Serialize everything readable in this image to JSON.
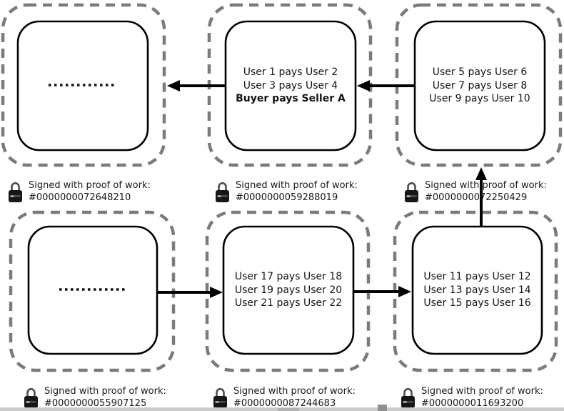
{
  "diagram": {
    "type": "blockchain-ledger-diagram",
    "colors": {
      "dashed_border": "#7b7b7b",
      "solid_border": "#000000",
      "arrow": "#000000",
      "text": "#141414",
      "background": "#ffffff",
      "bottom_bar": "#cbcbcb"
    },
    "blocks": [
      {
        "id": "chain-continues-top",
        "content": "ellipsis-dots",
        "lines": []
      },
      {
        "id": "block-top-middle",
        "lines": [
          "User 1 pays User 2",
          "User 3 pays User 4",
          "Buyer pays Seller A"
        ],
        "bold_line_index": 2
      },
      {
        "id": "block-top-right",
        "lines": [
          "User 5 pays User 6",
          "User 7 pays User 8",
          "User 9 pays User 10"
        ]
      },
      {
        "id": "chain-continues-bottom",
        "content": "ellipsis-dots",
        "lines": []
      },
      {
        "id": "block-bottom-middle",
        "lines": [
          "User 17 pays User 18",
          "User 19 pays User 20",
          "User 21 pays User 22"
        ]
      },
      {
        "id": "block-bottom-right",
        "lines": [
          "User 11 pays User 12",
          "User 13 pays User 14",
          "User 15 pays User 16"
        ]
      }
    ],
    "proof_labels": [
      {
        "icon": "lock-icon",
        "caption": "Signed with proof of work:",
        "hash": "#0000000072648210"
      },
      {
        "icon": "lock-icon",
        "caption": "Signed with proof of work:",
        "hash": "#0000000059288019"
      },
      {
        "icon": "lock-icon",
        "caption": "Signed with proof of work:",
        "hash": "#0000000072250429"
      },
      {
        "icon": "lock-icon",
        "caption": "Signed with proof of work:",
        "hash": "#0000000055907125"
      },
      {
        "icon": "lock-icon",
        "caption": "Signed with proof of work:",
        "hash": "#0000000087244683"
      },
      {
        "icon": "lock-icon",
        "caption": "Signed with proof of work:",
        "hash": "#0000000011693200"
      }
    ],
    "arrows": [
      {
        "id": "arrow-top-middle-to-top-left",
        "direction": "left"
      },
      {
        "id": "arrow-top-right-to-top-middle",
        "direction": "left"
      },
      {
        "id": "arrow-bottom-left-to-bottom-middle",
        "direction": "right"
      },
      {
        "id": "arrow-bottom-middle-to-bottom-right",
        "direction": "right"
      },
      {
        "id": "arrow-bottom-right-to-top-right",
        "direction": "up"
      }
    ]
  }
}
